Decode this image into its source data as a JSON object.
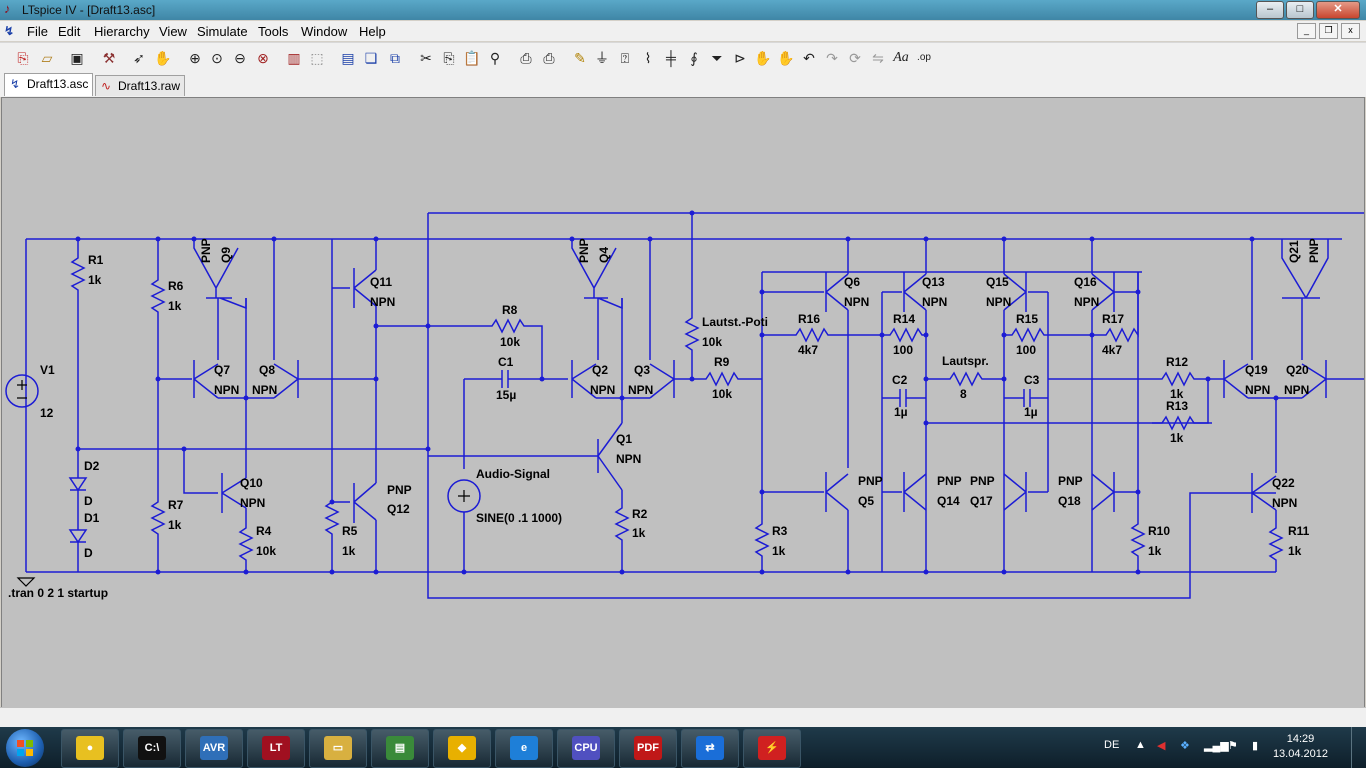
{
  "window": {
    "title": "LTspice IV - [Draft13.asc]",
    "minimize": "–",
    "maximize": "□",
    "close": "✕"
  },
  "menubar": {
    "items": [
      "File",
      "Edit",
      "Hierarchy",
      "View",
      "Simulate",
      "Tools",
      "Window",
      "Help"
    ]
  },
  "toolbar": {
    "icons": [
      "new-schematic-icon",
      "open-icon",
      "save-icon",
      "control-panel-icon",
      "run-icon",
      "halt-icon",
      "zoom-in-icon",
      "pan-icon",
      "zoom-out-icon",
      "zoom-cancel-icon",
      "autorange-icon",
      "zoom-fit-icon",
      "tile-horizontal-icon",
      "cascade-icon",
      "close-window-icon",
      "cut-icon",
      "copy-icon",
      "paste-icon",
      "find-icon",
      "print-setup-icon",
      "print-icon",
      "wire-icon",
      "ground-icon",
      "label-icon",
      "resistor-icon",
      "capacitor-icon",
      "inductor-icon",
      "diode-icon",
      "component-icon",
      "move-icon",
      "drag-icon",
      "undo-icon",
      "redo-icon",
      "rotate-icon",
      "mirror-icon",
      "text-icon",
      "spice-directive-icon"
    ]
  },
  "tabs": [
    {
      "label": "Draft13.asc",
      "active": true
    },
    {
      "label": "Draft13.raw",
      "active": false
    }
  ],
  "schematic": {
    "wire_color": "#1c1cd4",
    "labels": {
      "r1": "R1",
      "r1v": "1k",
      "r6": "R6",
      "r6v": "1k",
      "q9t": "PNP",
      "q9": "Q9",
      "q7": "Q7",
      "q7t": "NPN",
      "q8": "Q8",
      "q8t": "NPN",
      "q11": "Q11",
      "q11t": "NPN",
      "r8": "R8",
      "r8v": "10k",
      "c1": "C1",
      "c1v": "15µ",
      "q4t": "PNP",
      "q4": "Q4",
      "q2": "Q2",
      "q2t": "NPN",
      "q3": "Q3",
      "q3t": "NPN",
      "poti": "Lautst.-Poti",
      "potiv": "10k",
      "r9": "R9",
      "r9v": "10k",
      "q1": "Q1",
      "q1t": "NPN",
      "v1": "V1",
      "v1v": "12",
      "d2": "D2",
      "d2v": "D",
      "d1": "D1",
      "d1v": "D",
      "q10": "Q10",
      "q10t": "NPN",
      "r4": "R4",
      "r4v": "10k",
      "r7": "R7",
      "r7v": "1k",
      "r5": "R5",
      "r5v": "1k",
      "q12t": "PNP",
      "q12": "Q12",
      "audio": "Audio-Signal",
      "sine": "SINE(0 .1 1000)",
      "r2": "R2",
      "r2v": "1k",
      "q6": "Q6",
      "q6t": "NPN",
      "r16": "R16",
      "r16v": "4k7",
      "q13": "Q13",
      "q13t": "NPN",
      "r14": "R14",
      "r14v": "100",
      "q15": "Q15",
      "q15t": "NPN",
      "r15": "R15",
      "r15v": "100",
      "q16": "Q16",
      "q16t": "NPN",
      "r17": "R17",
      "r17v": "4k7",
      "q21": "Q21",
      "q21t": "PNP",
      "c2": "C2",
      "c2v": "1µ",
      "spk": "Lautspr.",
      "spkv": "8",
      "c3": "C3",
      "c3v": "1µ",
      "r12": "R12",
      "r12v": "1k",
      "r13": "R13",
      "r13v": "1k",
      "q19": "Q19",
      "q19t": "NPN",
      "q20": "Q20",
      "q20t": "NPN",
      "q5t": "PNP",
      "q5": "Q5",
      "q14t": "PNP",
      "q14": "Q14",
      "q17t": "PNP",
      "q17": "Q17",
      "q18t": "PNP",
      "q18": "Q18",
      "q22": "Q22",
      "q22t": "NPN",
      "r3": "R3",
      "r3v": "1k",
      "r10": "R10",
      "r10v": "1k",
      "r11": "R11",
      "r11v": "1k",
      "tran": ".tran 0 2 1 startup"
    }
  },
  "taskbar": {
    "buttons": [
      {
        "name": "taskbar-app-1",
        "glyph": "●",
        "color": "#e8c020"
      },
      {
        "name": "taskbar-cmd",
        "glyph": "C:\\",
        "color": "#111111"
      },
      {
        "name": "taskbar-avr",
        "glyph": "AVR",
        "color": "#2f6fb8"
      },
      {
        "name": "taskbar-ltspice",
        "glyph": "LT",
        "color": "#a01020"
      },
      {
        "name": "taskbar-explorer",
        "glyph": "▭",
        "color": "#d8b040"
      },
      {
        "name": "taskbar-device",
        "glyph": "▤",
        "color": "#3a8a3a"
      },
      {
        "name": "taskbar-app-7",
        "glyph": "◆",
        "color": "#e8b000"
      },
      {
        "name": "taskbar-ie",
        "glyph": "e",
        "color": "#1e7fd8"
      },
      {
        "name": "taskbar-cpu",
        "glyph": "CPU",
        "color": "#5050c0"
      },
      {
        "name": "taskbar-pdf",
        "glyph": "PDF",
        "color": "#c01818"
      },
      {
        "name": "taskbar-teamviewer",
        "glyph": "⇄",
        "color": "#1a6ed8"
      },
      {
        "name": "taskbar-app-12",
        "glyph": "⚡",
        "color": "#d02020"
      }
    ],
    "language": "DE",
    "time": "14:29",
    "date": "13.04.2012"
  }
}
